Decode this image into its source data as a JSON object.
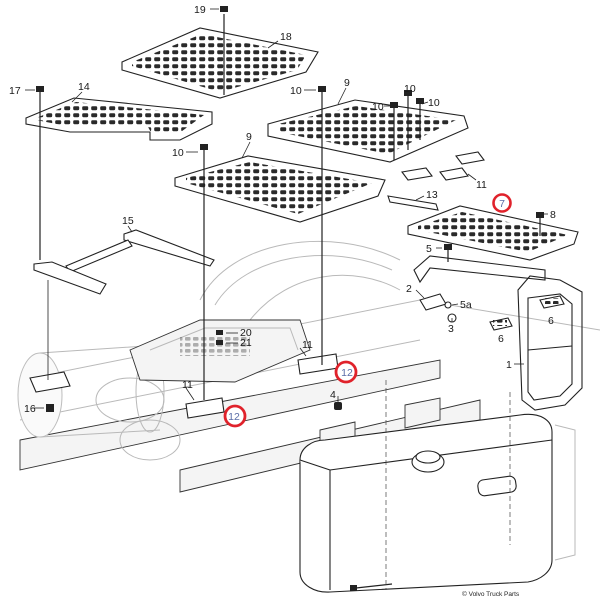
{
  "callouts": {
    "p1": "1",
    "p2": "2",
    "p3": "3",
    "p4": "4",
    "p5": "5",
    "p5a": "5a",
    "p6a": "6",
    "p6b": "6",
    "p7": "7",
    "p8": "8",
    "p9a": "9",
    "p9b": "9",
    "p10a": "10",
    "p10b": "10",
    "p10c": "10",
    "p10d": "10",
    "p10e": "10",
    "p11a": "11",
    "p11b": "11",
    "p11c": "11",
    "p12a": "12",
    "p12b": "12",
    "p13": "13",
    "p14": "14",
    "p15": "15",
    "p16": "16",
    "p17": "17",
    "p18": "18",
    "p19": "19",
    "p20": "20",
    "p21": "21"
  },
  "highlighted_parts": [
    "7",
    "12",
    "12"
  ],
  "highlight_color": "#e0222b",
  "line_color": "#222222",
  "background_context_color": "#b9b9b9",
  "copyright": "© Volvo Truck Parts"
}
